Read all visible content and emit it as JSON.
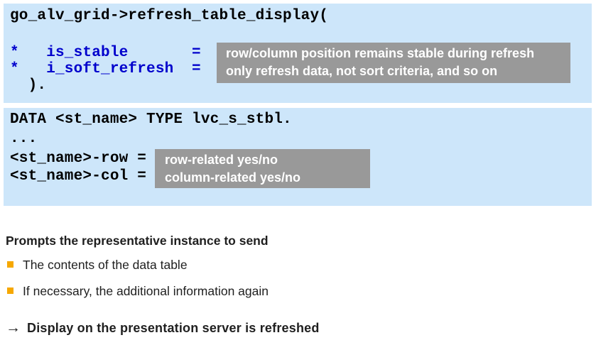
{
  "colors": {
    "code_bg": "#cde6fa",
    "annotation_bg": "#999999",
    "annotation_text": "#ffffff",
    "code_text": "#000000",
    "keyword_blue": "#0000cc",
    "bullet_orange": "#f6a800",
    "body_text": "#1f1f1f"
  },
  "code_block_1": {
    "line_call": "go_alv_grid->refresh_table_display(",
    "line_param_1": "*   is_stable       =",
    "line_param_2": "*   i_soft_refresh  =",
    "line_close": "  ).",
    "annotation": {
      "line_1": "row/column position remains stable during refresh",
      "line_2": "only refresh data, not sort criteria, and so on"
    }
  },
  "code_block_2": {
    "line_data": "DATA <st_name> TYPE lvc_s_stbl.",
    "line_ellipsis": "...",
    "line_row": "<st_name>-row =",
    "line_col": "<st_name>-col =",
    "annotation": {
      "line_1": "row-related yes/no",
      "line_2": "column-related yes/no"
    }
  },
  "body": {
    "heading": "Prompts the representative instance to send",
    "bullets": [
      "The contents of the data table",
      "If necessary, the additional information again"
    ],
    "arrow_symbol": "→",
    "conclusion": "Display on the presentation server is refreshed"
  }
}
